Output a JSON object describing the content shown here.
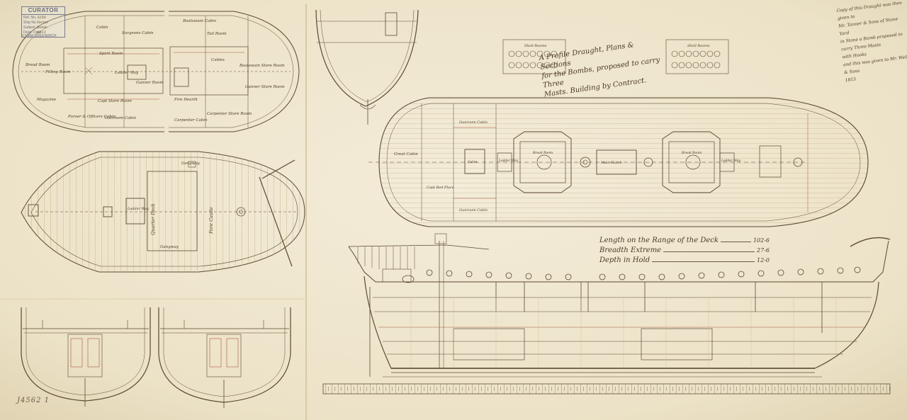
{
  "stamp": {
    "title": "CURATOR",
    "rows": [
      {
        "key": "Ref. No.",
        "value": "3250"
      },
      {
        "key": "Ship No.",
        "value": "Terror"
      },
      {
        "key": "Subject",
        "value": "Bomb"
      },
      {
        "key": "Draw. Date",
        "value": "1813"
      }
    ],
    "footer": "© NMM GREENWICH"
  },
  "catalog_number": "J4562 1",
  "title_lines": [
    "A Profile Draught, Plans & Sections",
    "for the Bombs, proposed to carry Three",
    "Masts. Building by Contract."
  ],
  "side_note": [
    "Copy of this Draught was then given to",
    "Mr. Tanner & Sons of Stone Yard",
    "in Stone a Bomb proposed to carry Three Masts",
    "with Hooks",
    "and this was given to Mr. Wells & Sons",
    "1813"
  ],
  "dimensions": [
    {
      "label": "Length on the Range of the Deck",
      "value": "102-6"
    },
    {
      "label": "Breadth Extreme",
      "value": "27-6"
    },
    {
      "label": "Depth in Hold",
      "value": "12-0"
    }
  ],
  "room_labels": {
    "upper_left": [
      "Bread Room",
      "Filling Room",
      "Magazine",
      "Purser & Officers Cabin",
      "Gunroom Cabin",
      "Surgeons Cabin",
      "Cabin",
      "Ladder Way",
      "Capt Store Room",
      "Spirit Room",
      "Gunner Room"
    ],
    "upper_right": [
      "Boatswain Cabin",
      "Tail Room",
      "Carpenter Cabin",
      "Boatswain Store Room",
      "Gunner Store Room",
      "Carpenter Store Room",
      "Cables",
      "Fire Hearth"
    ],
    "mid_left": [
      "Gangway",
      "Quarter Deck",
      "Fore Castle",
      "Ladder Way"
    ],
    "centre_deck": [
      "Great Cabin",
      "Capt Bed Place",
      "Gunroom Cabin",
      "Ladder Way",
      "Bread Room",
      "Main Hatch",
      "Shell Rooms",
      "Cabin"
    ]
  },
  "colors": {
    "paper": "#efe6cf",
    "ink": "#4a3a26",
    "red_ink": "#a8563f"
  }
}
